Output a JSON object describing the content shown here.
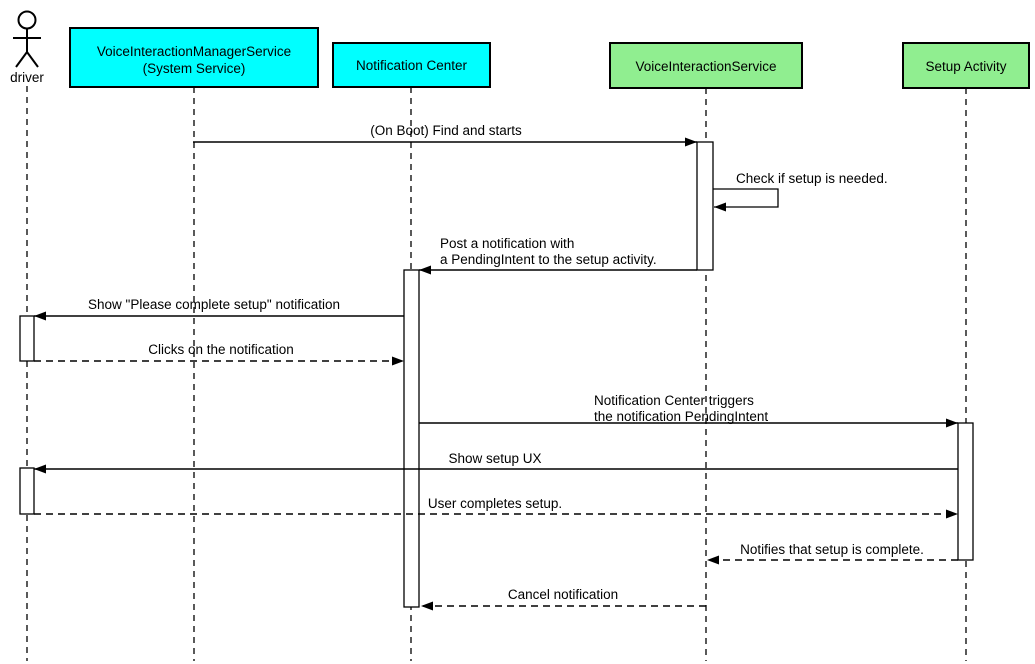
{
  "diagram": {
    "type": "uml-sequence",
    "background": "#FFFFFF",
    "actor": {
      "label": "driver"
    },
    "participants": [
      {
        "name": "VoiceInteractionManagerService (System Service)",
        "line1": "VoiceInteractionManagerService",
        "line2": "(System Service)",
        "fill": "#00FFFF"
      },
      {
        "name": "Notification Center",
        "line1": "Notification Center",
        "fill": "#00FFFF"
      },
      {
        "name": "VoiceInteractionService",
        "line1": "VoiceInteractionService",
        "fill": "#90EE90"
      },
      {
        "name": "Setup Activity",
        "line1": "Setup Activity",
        "fill": "#90EE90"
      }
    ],
    "messages": [
      {
        "line1": "(On Boot) Find and starts",
        "from": "VoiceInteractionManagerService (System Service)",
        "to": "VoiceInteractionService",
        "style": "solid"
      },
      {
        "line1": "Check if setup is needed.",
        "from": "VoiceInteractionService",
        "to": "VoiceInteractionService",
        "style": "self"
      },
      {
        "line1": "Post a notification with",
        "line2": "a PendingIntent to the setup activity.",
        "from": "VoiceInteractionService",
        "to": "Notification Center",
        "style": "solid"
      },
      {
        "line1": "Show \"Please complete setup\" notification",
        "from": "Notification Center",
        "to": "driver",
        "style": "solid"
      },
      {
        "line1": "Clicks on the notification",
        "from": "driver",
        "to": "Notification Center",
        "style": "dashed"
      },
      {
        "line1": "Notification Center triggers",
        "line2": "the notification PendingIntent",
        "from": "Notification Center",
        "to": "Setup Activity",
        "style": "solid"
      },
      {
        "line1": "Show setup UX",
        "from": "Setup Activity",
        "to": "driver",
        "style": "solid"
      },
      {
        "line1": "User completes setup.",
        "from": "driver",
        "to": "Setup Activity",
        "style": "dashed"
      },
      {
        "line1": "Notifies that setup is complete.",
        "from": "Setup Activity",
        "to": "VoiceInteractionService",
        "style": "dashed"
      },
      {
        "line1": "Cancel notification",
        "from": "VoiceInteractionService",
        "to": "Notification Center",
        "style": "dashed"
      }
    ],
    "colors": {
      "system_service_fill": "#00FFFF",
      "app_component_fill": "#90EE90",
      "line_color": "#000000",
      "activation_fill": "#FFFFFF"
    }
  }
}
